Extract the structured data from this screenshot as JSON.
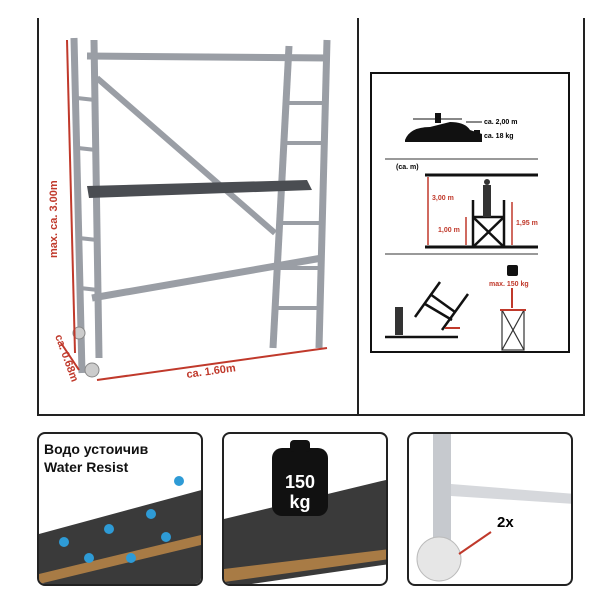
{
  "main_view": {
    "height_label": "max. ca. 3.00m",
    "depth_label": "ca. 0.68m",
    "width_label": "ca. 1.60m"
  },
  "spec_diagram": {
    "transport_length": "ca. 2,00 m",
    "transport_weight": "ca. 18 kg",
    "unit_label": "(ca. m)",
    "reach_height": "3,00 m",
    "platform_height": "1,00 m",
    "frame_height": "1,95 m",
    "max_load": "max. 150 kg"
  },
  "panels": {
    "water": {
      "title_bg": "Водо устоичив",
      "title_en": "Water Resist"
    },
    "load": {
      "weight": "150",
      "unit": "kg"
    },
    "wheels": {
      "count": "2x"
    }
  },
  "colors": {
    "accent": "#c0392b",
    "drop": "#2e9bd6",
    "frame": "#222222"
  }
}
